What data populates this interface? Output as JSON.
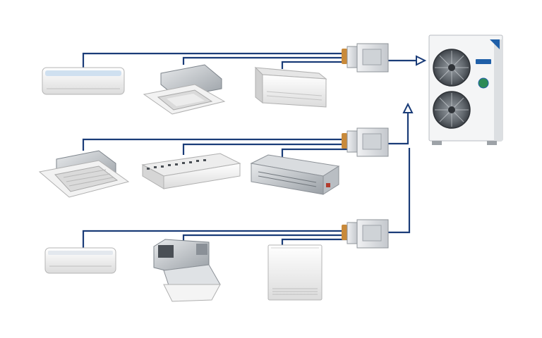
{
  "diagram": {
    "outdoor_unit": {
      "name": "outdoor-unit",
      "fan_count": 2,
      "brand_color": "#1f5fa8",
      "status_color": "#2e8b57"
    },
    "branch_boxes": [
      {
        "name": "branch-box-1"
      },
      {
        "name": "branch-box-2"
      },
      {
        "name": "branch-box-3"
      }
    ],
    "indoor_units": [
      {
        "row": 1,
        "type": "wall-mounted"
      },
      {
        "row": 1,
        "type": "ceiling-cassette-4way"
      },
      {
        "row": 1,
        "type": "ceiling-suspended"
      },
      {
        "row": 2,
        "type": "ceiling-cassette-4way"
      },
      {
        "row": 2,
        "type": "ceiling-suspended"
      },
      {
        "row": 2,
        "type": "ducted-concealed"
      },
      {
        "row": 3,
        "type": "wall-mounted"
      },
      {
        "row": 3,
        "type": "ducted-ceiling"
      },
      {
        "row": 3,
        "type": "floor-standing"
      }
    ],
    "colors": {
      "pipe": "#1a3c78",
      "copper": "#c98a3a",
      "unit": "#eeeeee",
      "unit_edge": "#b5b5b5",
      "box": "#d8dbdf"
    }
  }
}
